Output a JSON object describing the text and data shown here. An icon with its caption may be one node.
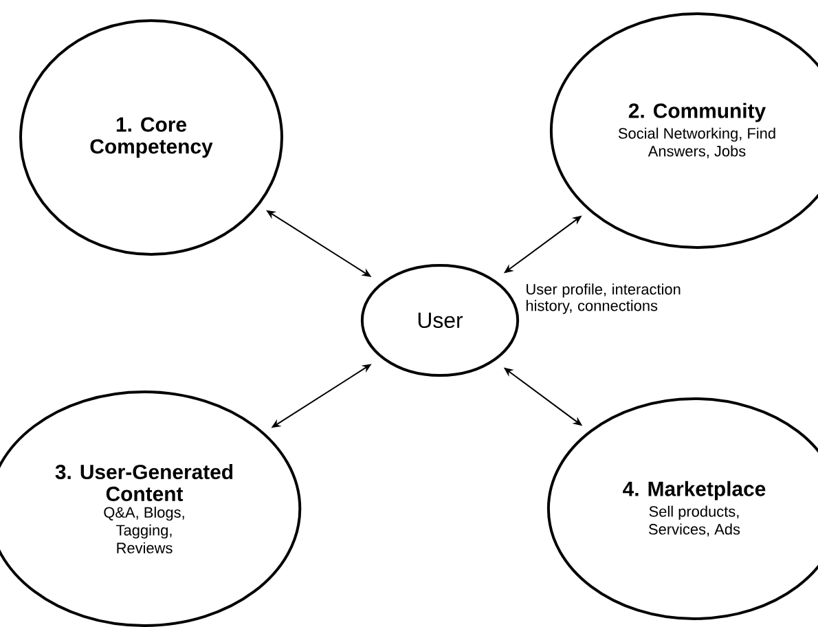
{
  "diagram": {
    "nodes": [
      {
        "text": [
          "1. Core Competency"
        ]
      },
      {
        "text": [
          "2. Community",
          "Social Networking, Find Answers, Jobs"
        ]
      },
      {
        "text": [
          "User"
        ],
        "beside": [
          "User profile, interaction history, connections"
        ]
      },
      {
        "text": [
          "3. User-Generated Content",
          "Q&A, Blogs, Tagging, Reviews"
        ]
      },
      {
        "text": [
          "4. Marketplace",
          "Sell products, Services, Ads"
        ]
      }
    ],
    "edges": [
      {
        "from": 2,
        "to": 0,
        "arrow": "both"
      },
      {
        "from": 2,
        "to": 1,
        "arrow": "both"
      },
      {
        "from": 2,
        "to": 3,
        "arrow": "both"
      },
      {
        "from": 2,
        "to": 4,
        "arrow": "both"
      }
    ]
  }
}
